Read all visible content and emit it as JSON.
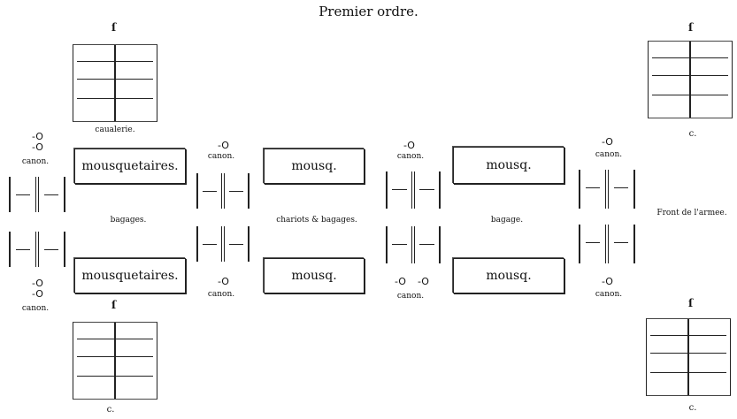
{
  "title": "Premier ordre.",
  "labels": {
    "cavalerie_top_left": "caualerie.",
    "c_top_right": "c.",
    "c_bottom_left": "c.",
    "c_bottom_right": "c.",
    "front": "Front de l'armee.",
    "bagages": "bagages.",
    "chariots": "chariots & bagages.",
    "bagage": "bagage."
  },
  "canon_labels": {
    "far_left_top": "canon.",
    "far_left_bottom": "canon.",
    "col1_top": "canon.",
    "col1_bottom": "canon.",
    "col2_top": "canon.",
    "col2_bottom": "canon.",
    "col3_top": "canon.",
    "col3_bottom": "canon."
  },
  "boxes": {
    "top_row": [
      "mousquetaires.",
      "mousq.",
      "mousq."
    ],
    "bottom_row": [
      "mousquetaires.",
      "mousq.",
      "mousq."
    ]
  },
  "glyphs": {
    "flag": "ſ",
    "canon": "-O"
  }
}
